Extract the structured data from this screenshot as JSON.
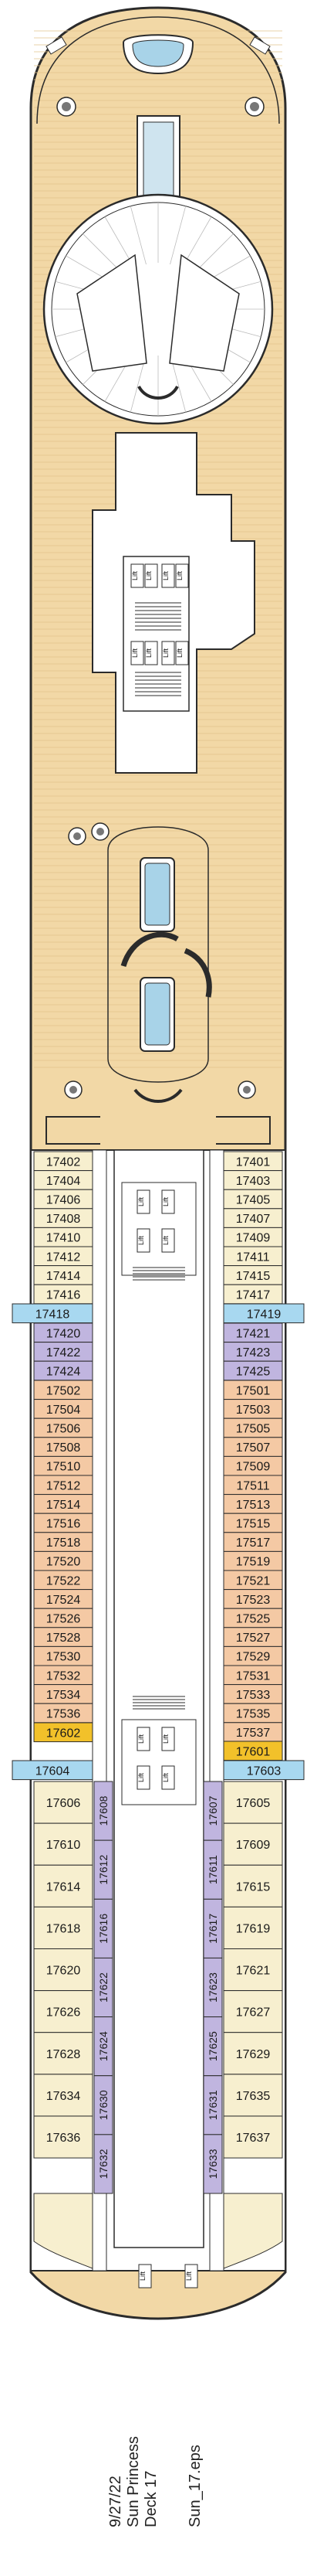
{
  "ship": "Sun Princess",
  "deck": "Deck 17",
  "date": "9/27/22",
  "file": "Sun_17.eps",
  "lift_label": "Lift",
  "colors": {
    "deck_wood": "#f2d8a6",
    "balcony": "#f4c9a4",
    "oceanview": "#f7efcf",
    "suite": "#c0b5df",
    "accessible": "#f2c12a",
    "connecting": "#a8d8f0",
    "outline": "#2b2b2b",
    "pool": "#a8d3e8"
  },
  "cabins": {
    "oceanview_port_fwd": [
      "17402",
      "17404",
      "17406",
      "17408",
      "17410",
      "17412",
      "17414",
      "17416"
    ],
    "oceanview_stbd_fwd": [
      "17401",
      "17403",
      "17405",
      "17407",
      "17409",
      "17411",
      "17415",
      "17417"
    ],
    "connecting_port_a": "17418",
    "connecting_stbd_a": "17419",
    "suite_port": [
      "17420",
      "17422",
      "17424"
    ],
    "suite_stbd": [
      "17421",
      "17423",
      "17425"
    ],
    "balcony_port": [
      "17502",
      "17504",
      "17506",
      "17508",
      "17510",
      "17512",
      "17514",
      "17516",
      "17518",
      "17520",
      "17522",
      "17524",
      "17526",
      "17528",
      "17530",
      "17532",
      "17534",
      "17536"
    ],
    "balcony_stbd": [
      "17501",
      "17503",
      "17505",
      "17507",
      "17509",
      "17511",
      "17513",
      "17515",
      "17517",
      "17519",
      "17521",
      "17523",
      "17525",
      "17527",
      "17529",
      "17531",
      "17533",
      "17535",
      "17537"
    ],
    "accessible_port": "17602",
    "accessible_stbd": "17601",
    "connecting_port_b": "17604",
    "connecting_stbd_b": "17603",
    "aft_port_outer": [
      "17606",
      "17610",
      "17614",
      "17618",
      "17620",
      "17626",
      "17628",
      "17634",
      "17636"
    ],
    "aft_stbd_outer": [
      "17605",
      "17609",
      "17615",
      "17619",
      "17621",
      "17627",
      "17629",
      "17635",
      "17637"
    ],
    "aft_port_inner": [
      "17608",
      "17612",
      "17616",
      "17622",
      "17624",
      "17630",
      "17632"
    ],
    "aft_stbd_inner": [
      "17607",
      "17611",
      "17617",
      "17623",
      "17625",
      "17631",
      "17633"
    ]
  }
}
